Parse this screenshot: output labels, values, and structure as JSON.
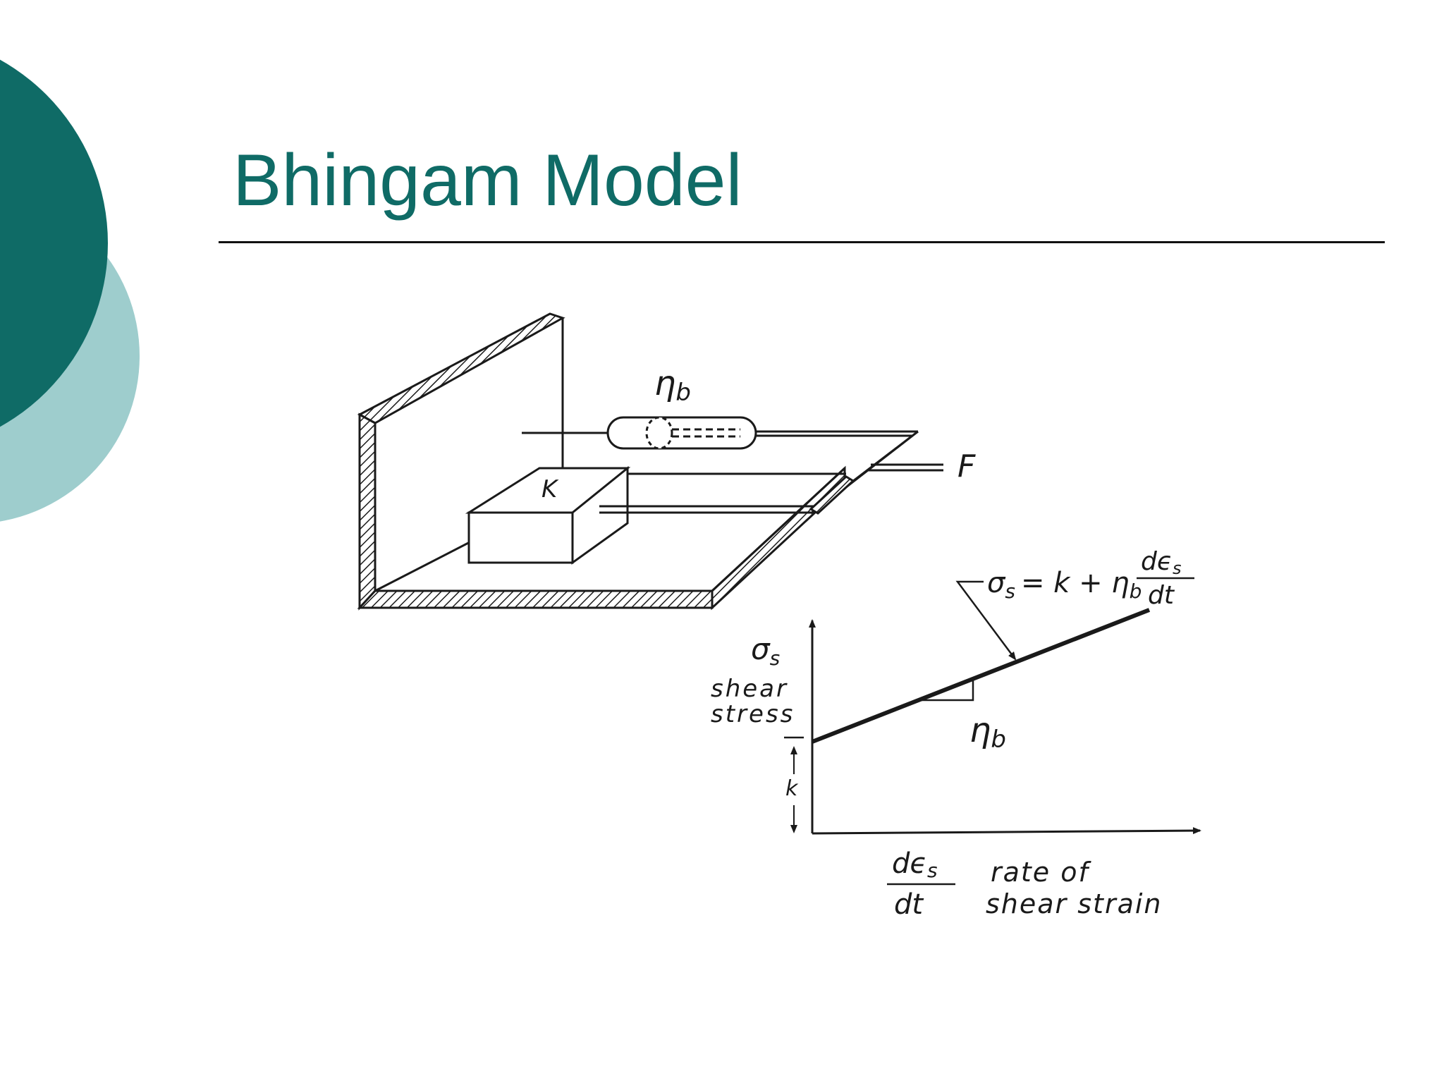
{
  "slide": {
    "title": "Bhingam Model"
  },
  "theme": {
    "dark_teal": "#0f6b66",
    "light_teal": "#9ecdcd",
    "ink": "#1a1a1a"
  },
  "diagram": {
    "dashpot_label": "η",
    "dashpot_sub": "b",
    "block_label": "K",
    "force_label": "F",
    "equation": {
      "lhs": "σ",
      "lhs_sub": "s",
      "mid": "= k + η",
      "mid_sub": "b",
      "frac_num": "dϵ",
      "frac_num_sub": "s",
      "frac_den": "dt"
    },
    "y_axis": {
      "symbol": "σ",
      "symbol_sub": "s",
      "line1": "shear",
      "line2": "stress"
    },
    "slope_label": "η",
    "slope_sub": "b",
    "intercept_label": "k",
    "x_axis": {
      "frac_num": "dϵ",
      "frac_num_sub": "s",
      "frac_den": "dt",
      "line1": "rate of",
      "line2": "shear strain"
    }
  }
}
